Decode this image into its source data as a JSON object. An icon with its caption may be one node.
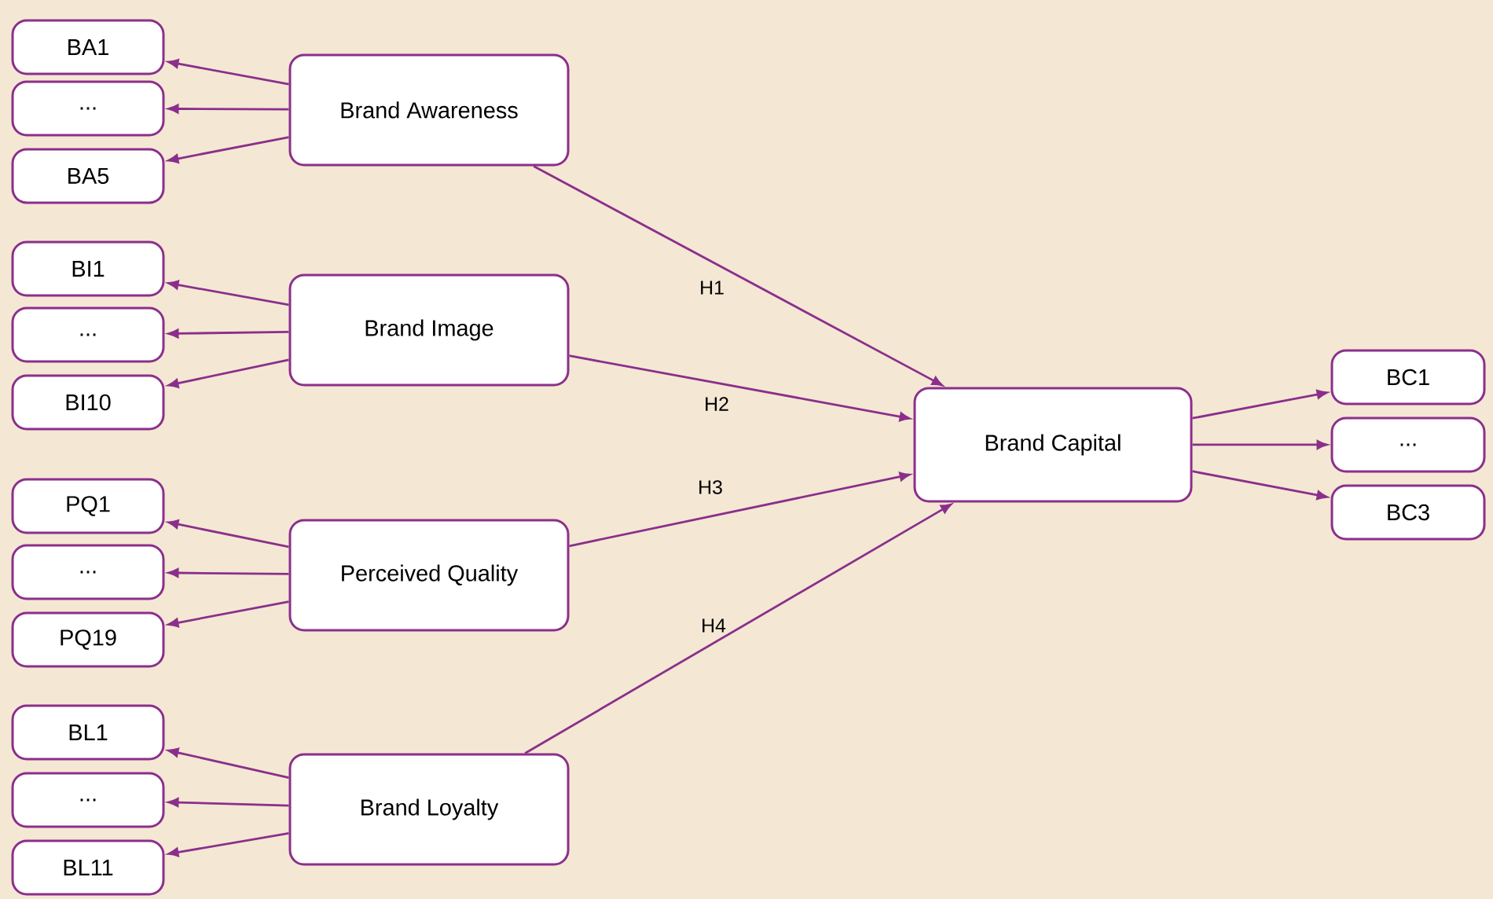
{
  "diagram": {
    "nodes": [
      {
        "text": [
          "Brand Awareness"
        ]
      },
      {
        "text": [
          "BA1"
        ]
      },
      {
        "text": [
          "..."
        ]
      },
      {
        "text": [
          "BA5"
        ]
      },
      {
        "text": [
          "Brand Image"
        ]
      },
      {
        "text": [
          "BI1"
        ]
      },
      {
        "text": [
          "..."
        ]
      },
      {
        "text": [
          "BI10"
        ]
      },
      {
        "text": [
          "Perceived Quality"
        ]
      },
      {
        "text": [
          "PQ1"
        ]
      },
      {
        "text": [
          "..."
        ]
      },
      {
        "text": [
          "PQ19"
        ]
      },
      {
        "text": [
          "Brand Loyalty"
        ]
      },
      {
        "text": [
          "BL1"
        ]
      },
      {
        "text": [
          "..."
        ]
      },
      {
        "text": [
          "BL11"
        ]
      },
      {
        "text": [
          "Brand Capital"
        ]
      },
      {
        "text": [
          "BC1"
        ]
      },
      {
        "text": [
          "..."
        ]
      },
      {
        "text": [
          "BC3"
        ]
      }
    ],
    "edges": [
      {
        "from": 0,
        "to": 1,
        "arrow": "to"
      },
      {
        "from": 0,
        "to": 2,
        "arrow": "to"
      },
      {
        "from": 0,
        "to": 3,
        "arrow": "to"
      },
      {
        "from": 4,
        "to": 5,
        "arrow": "to"
      },
      {
        "from": 4,
        "to": 6,
        "arrow": "to"
      },
      {
        "from": 4,
        "to": 7,
        "arrow": "to"
      },
      {
        "from": 8,
        "to": 9,
        "arrow": "to"
      },
      {
        "from": 8,
        "to": 10,
        "arrow": "to"
      },
      {
        "from": 8,
        "to": 11,
        "arrow": "to"
      },
      {
        "from": 12,
        "to": 13,
        "arrow": "to"
      },
      {
        "from": 12,
        "to": 14,
        "arrow": "to"
      },
      {
        "from": 12,
        "to": 15,
        "arrow": "to"
      },
      {
        "from": 0,
        "to": 16,
        "arrow": "to",
        "label": "H1"
      },
      {
        "from": 4,
        "to": 16,
        "arrow": "to",
        "label": "H2"
      },
      {
        "from": 8,
        "to": 16,
        "arrow": "to",
        "label": "H3"
      },
      {
        "from": 12,
        "to": 16,
        "arrow": "to",
        "label": "H4"
      },
      {
        "from": 16,
        "to": 17,
        "arrow": "to"
      },
      {
        "from": 16,
        "to": 18,
        "arrow": "to"
      },
      {
        "from": 16,
        "to": 19,
        "arrow": "to"
      }
    ]
  }
}
